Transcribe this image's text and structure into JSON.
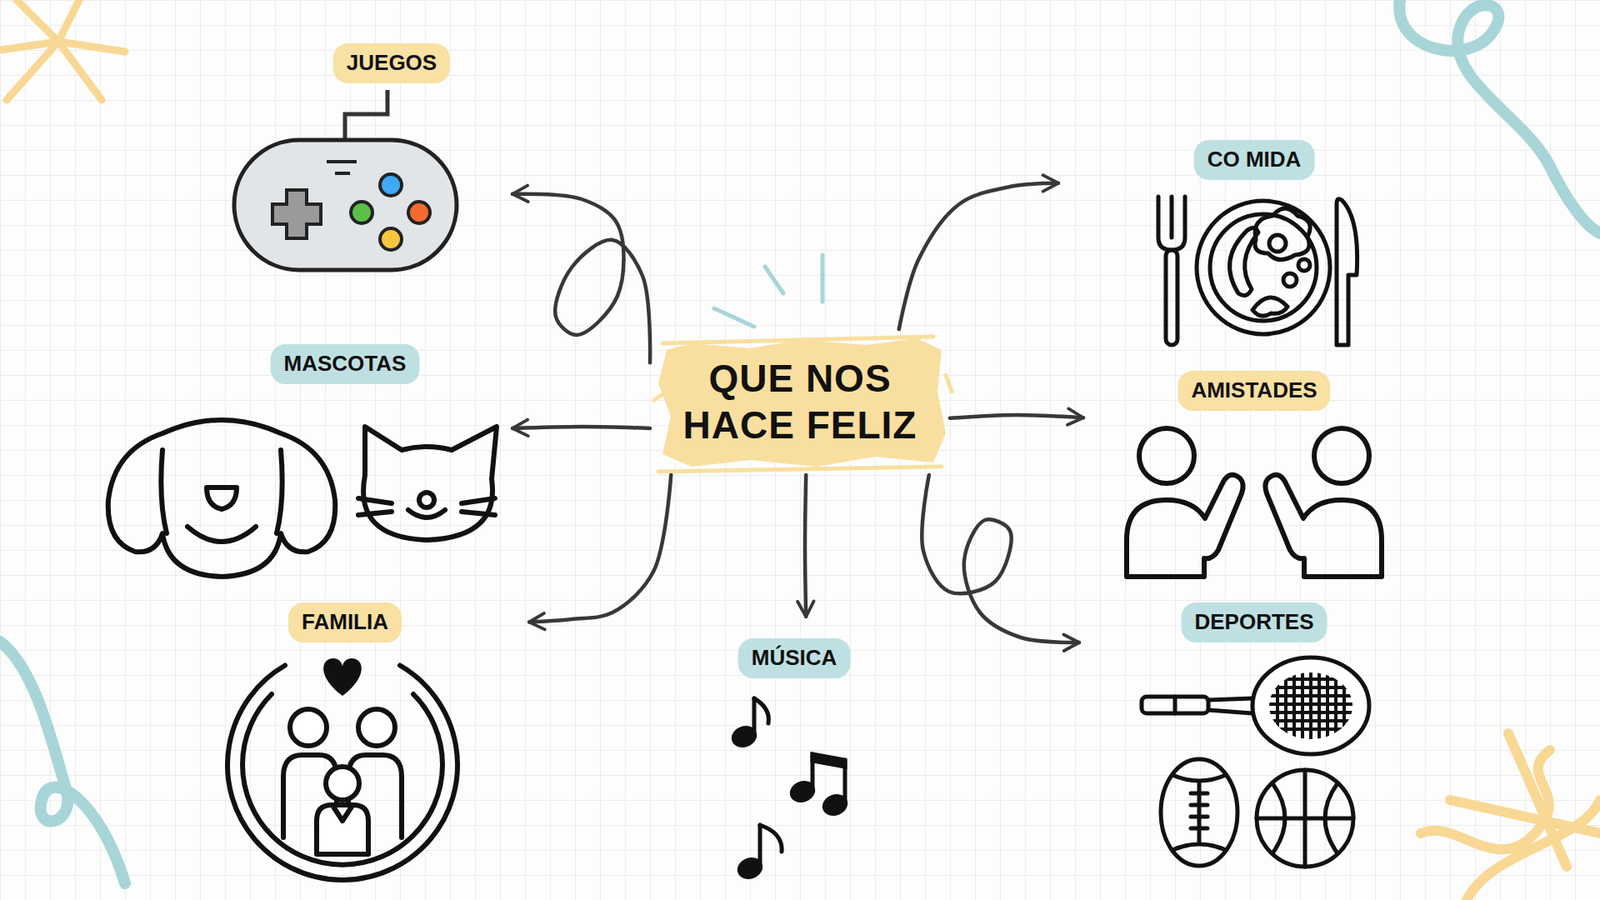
{
  "diagram": {
    "nodes": [
      {
        "text": [
          "QUE NOS HACE FELIZ"
        ]
      },
      {
        "text": [
          "JUEGOS"
        ]
      },
      {
        "text": [
          "CO MIDA"
        ]
      },
      {
        "text": [
          "MASCOTAS"
        ]
      },
      {
        "text": [
          "AMISTADES"
        ]
      },
      {
        "text": [
          "FAMILIA"
        ]
      },
      {
        "text": [
          "DEPORTES"
        ]
      },
      {
        "text": [
          "MÚSICA"
        ]
      }
    ],
    "edges": [
      {
        "from": 0,
        "to": 1,
        "arrow": "to"
      },
      {
        "from": 0,
        "to": 2,
        "arrow": "to"
      },
      {
        "from": 0,
        "to": 3,
        "arrow": "to"
      },
      {
        "from": 0,
        "to": 4,
        "arrow": "to"
      },
      {
        "from": 0,
        "to": 5,
        "arrow": "to"
      },
      {
        "from": 0,
        "to": 6,
        "arrow": "to"
      },
      {
        "from": 0,
        "to": 7,
        "arrow": "to"
      }
    ]
  }
}
